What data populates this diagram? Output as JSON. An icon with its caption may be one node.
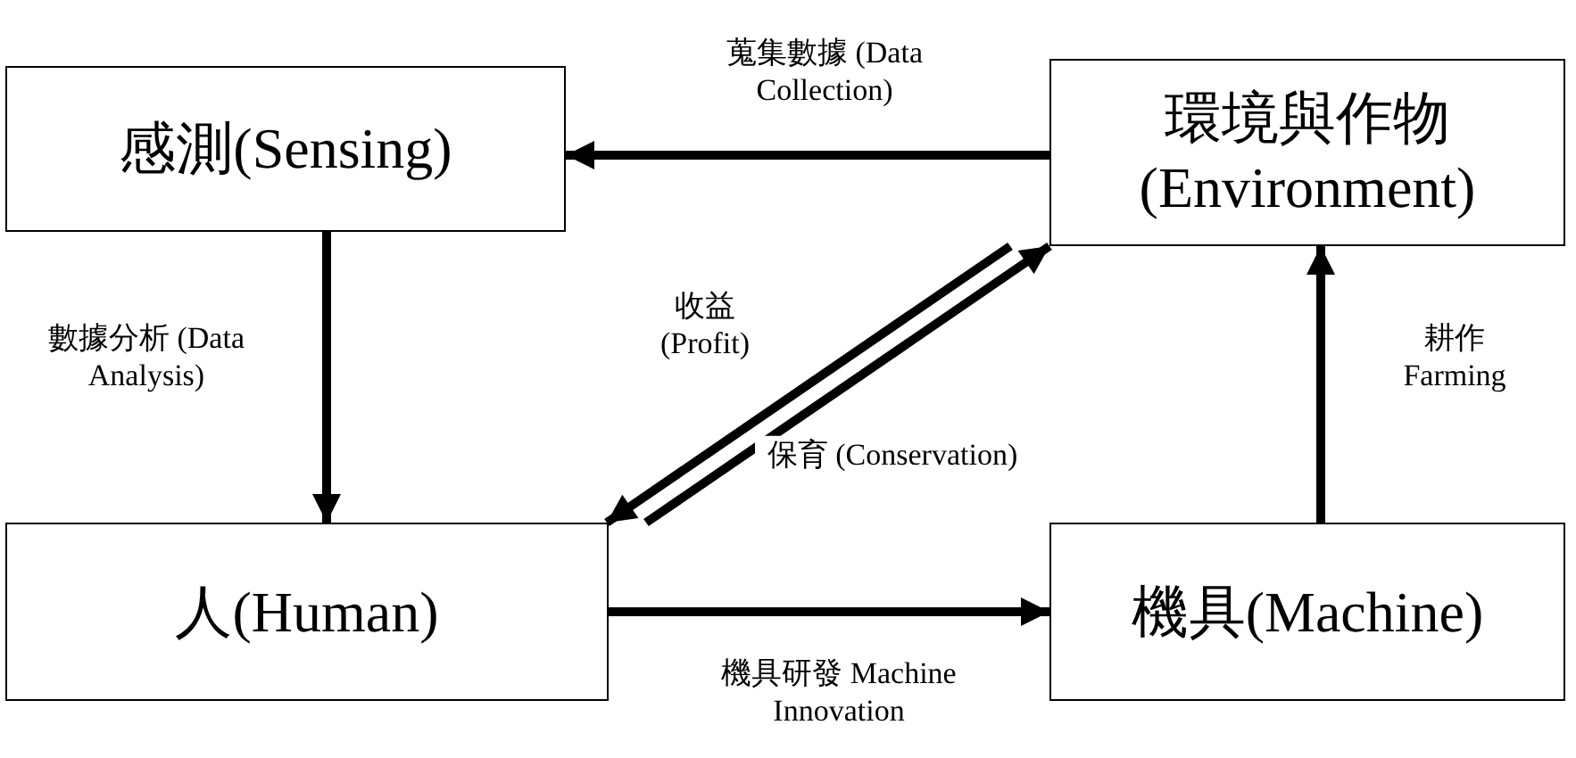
{
  "diagram": {
    "nodes": [
      {
        "text": [
          "感測(Sensing)"
        ]
      },
      {
        "text": [
          "環境與作物 (Environment)"
        ]
      },
      {
        "text": [
          "人(Human)"
        ]
      },
      {
        "text": [
          "機具(Machine)"
        ]
      }
    ],
    "edges": [
      {
        "from": 1,
        "to": 0,
        "arrow": "to",
        "label": "蒐集數據 (Data Collection)"
      },
      {
        "from": 0,
        "to": 2,
        "arrow": "to",
        "label": "數據分析 (Data Analysis)"
      },
      {
        "from": 1,
        "to": 2,
        "arrow": "to",
        "label": "收益 (Profit)"
      },
      {
        "from": 2,
        "to": 1,
        "arrow": "to",
        "label": "保育 (Conservation)"
      },
      {
        "from": 2,
        "to": 3,
        "arrow": "to",
        "label": "機具研發 Machine Innovation"
      },
      {
        "from": 3,
        "to": 1,
        "arrow": "to",
        "label": "耕作 Farming"
      }
    ]
  }
}
